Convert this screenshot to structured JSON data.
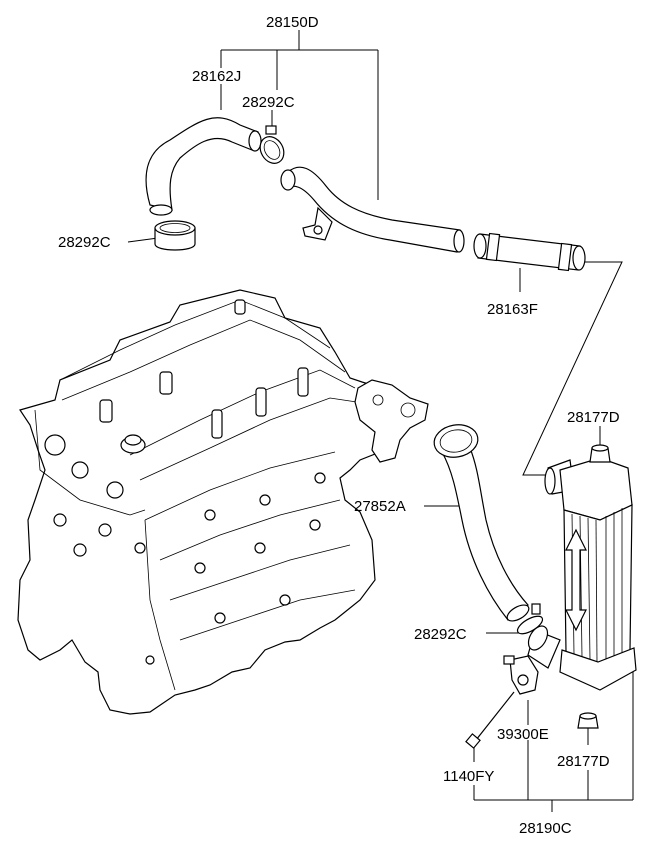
{
  "labels": {
    "assy_top": "28150D",
    "hose_left": "28162J",
    "clamp_top": "28292C",
    "clamp_left": "28292C",
    "hose_short": "28163F",
    "cap_top": "28177D",
    "hose_mid": "27852A",
    "clamp_lower": "28292C",
    "sensor": "39300E",
    "cap_bottom": "28177D",
    "bolt": "1140FY",
    "intercooler": "28190C"
  }
}
